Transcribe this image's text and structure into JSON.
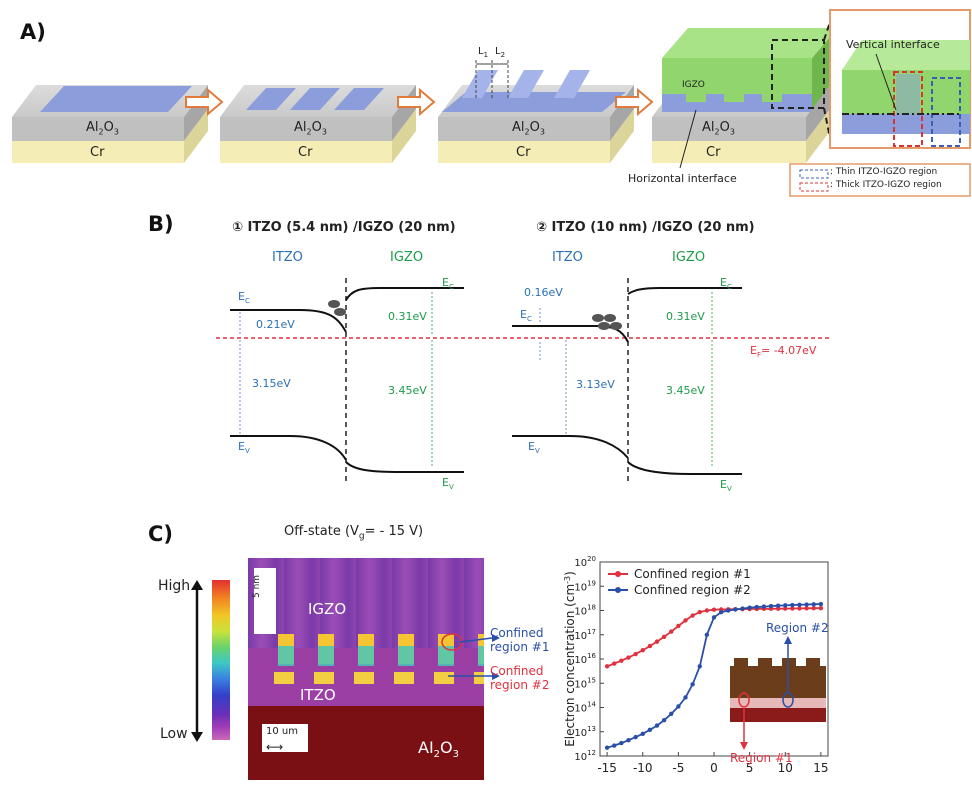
{
  "panels": {
    "a": {
      "label": "A)",
      "layer_oxide": "Al",
      "layer_oxide_sub2": "2",
      "layer_oxide_o": "O",
      "layer_oxide_sub3": "3",
      "layer_metal": "Cr",
      "igzo": "IGZO",
      "l1": "L",
      "l1_sub": "1",
      "l2": "L",
      "l2_sub": "2",
      "vertical_interface": "Vertical interface",
      "horizontal_interface": "Horizontal interface",
      "legend_thin": ": Thin ITZO-IGZO region",
      "legend_thick": ": Thick ITZO-IGZO region",
      "colors": {
        "thin": "#3b5fb5",
        "thick": "#d93434",
        "igzo": "#7fcf5c",
        "itzo": "#8da2e0"
      }
    },
    "b": {
      "label": "B)",
      "case1_title": "① ITZO (5.4 nm) /IGZO (20 nm)",
      "case2_title": "② ITZO (10 nm) /IGZO (20 nm)",
      "itzo": "ITZO",
      "igzo": "IGZO",
      "ec": "E",
      "ec_sub": "C",
      "ev": "E",
      "ev_sub": "V",
      "ef": "E",
      "ef_sub": "F",
      "ef_value": "= -4.07eV",
      "c1_left_gap": "0.21eV",
      "c1_left_bg": "3.15eV",
      "c1_right_gap": "0.31eV",
      "c1_right_bg": "3.45eV",
      "c2_left_gap": "0.16eV",
      "c2_left_bg": "3.13eV",
      "c2_right_gap": "0.31eV",
      "c2_right_bg": "3.45eV",
      "colors": {
        "itzo": "#2c6fb7",
        "igzo": "#1d9a4a",
        "ef": "#e0313e"
      }
    },
    "c": {
      "label": "C)",
      "offstate_prefix": "Off-state (V",
      "offstate_sub": "g",
      "offstate_suffix": "= - 15 V)",
      "high": "High",
      "low": "Low",
      "igzo": "IGZO",
      "itzo": "ITZO",
      "scale_5nm": "5 nm",
      "scale_10um": "10 um",
      "al2o3": "AI",
      "al2o3_sub2": "2",
      "al2o3_o": "O",
      "al2o3_sub3": "3",
      "confined1": "Confined\nregion #1",
      "confined1_l1": "Confined",
      "confined1_l2": "region #1",
      "confined2_l1": "Confined",
      "confined2_l2": "region #2",
      "colors": {
        "region1": "#e0313e",
        "region2": "#2a4fa8"
      }
    }
  },
  "chart_data": {
    "type": "line",
    "title": "",
    "xlabel": "",
    "ylabel": "Electron concentration (cm⁻³)",
    "ylabel_main": "Electron concentration (cm",
    "ylabel_sup": "-3",
    "ylabel_close": ")",
    "y_scale": "log",
    "xlim": [
      -16,
      16
    ],
    "ylim": [
      1000000000000.0,
      1e+20
    ],
    "x_ticks": [
      -15,
      -10,
      -5,
      0,
      5,
      10,
      15
    ],
    "x_tick_labels": [
      "-15",
      "-10",
      "-5",
      "0",
      "5",
      "10",
      "15"
    ],
    "y_tick_exps": [
      12,
      13,
      14,
      15,
      16,
      17,
      18,
      19,
      20
    ],
    "y_tick_base": "10",
    "legend_position": "top-left",
    "inset_labels": {
      "region1": "Region #1",
      "region2": "Region #2"
    },
    "series": [
      {
        "name": "Confined region #1",
        "color": "#e0313e",
        "x": [
          -15,
          -14,
          -13,
          -12,
          -11,
          -10,
          -9,
          -8,
          -7,
          -6,
          -5,
          -4,
          -3,
          -2,
          -1,
          0,
          1,
          2,
          3,
          4,
          5,
          6,
          7,
          8,
          9,
          10,
          11,
          12,
          13,
          14,
          15
        ],
        "y": [
          5000000000000000.0,
          6500000000000000.0,
          8500000000000000.0,
          1.15e+16,
          1.6e+16,
          2.3e+16,
          3.4e+16,
          5.2e+16,
          8.2e+16,
          1.35e+17,
          2.3e+17,
          3.9e+17,
          6.2e+17,
          8.6e+17,
          1e+18,
          1.08e+18,
          1.1e+18,
          1.12e+18,
          1.13e+18,
          1.14e+18,
          1.15e+18,
          1.16e+18,
          1.17e+18,
          1.18e+18,
          1.19e+18,
          1.2e+18,
          1.21e+18,
          1.22e+18,
          1.23e+18,
          1.24e+18,
          1.25e+18
        ]
      },
      {
        "name": "Confined region #2",
        "color": "#2a4fa8",
        "x": [
          -15,
          -14,
          -13,
          -12,
          -11,
          -10,
          -9,
          -8,
          -7,
          -6,
          -5,
          -4,
          -3,
          -2,
          -1,
          0,
          1,
          2,
          3,
          4,
          5,
          6,
          7,
          8,
          9,
          10,
          11,
          12,
          13,
          14,
          15
        ],
        "y": [
          2200000000000.0,
          2700000000000.0,
          3400000000000.0,
          4500000000000.0,
          6000000000000.0,
          8200000000000.0,
          12000000000000.0,
          18000000000000.0,
          30000000000000.0,
          55000000000000.0,
          110000000000000.0,
          260000000000000.0,
          900000000000000.0,
          5000000000000000.0,
          1e+17,
          5.2e+17,
          8.5e+17,
          1e+18,
          1.1e+18,
          1.2e+18,
          1.3e+18,
          1.38e+18,
          1.45e+18,
          1.52e+18,
          1.58e+18,
          1.63e+18,
          1.68e+18,
          1.72e+18,
          1.76e+18,
          1.8e+18,
          1.85e+18
        ]
      }
    ]
  }
}
